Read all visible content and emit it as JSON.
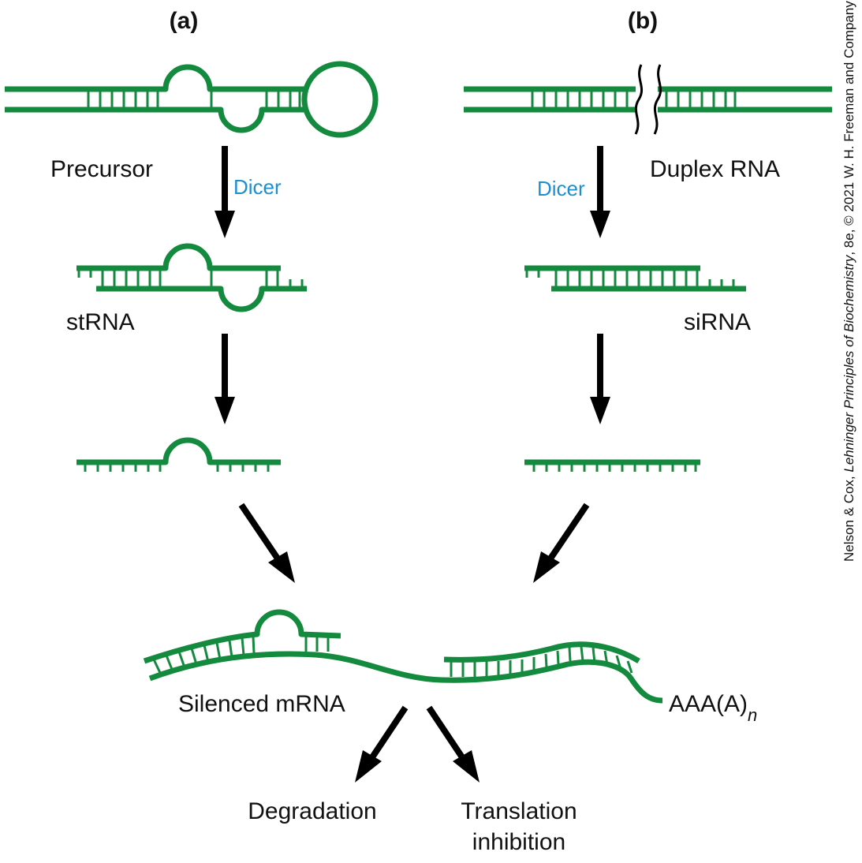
{
  "colors": {
    "rna": "#138a3d",
    "enzyme": "#1b8fd0",
    "arrow": "#000000",
    "text": "#111111"
  },
  "panels": {
    "a": {
      "label": "(a)"
    },
    "b": {
      "label": "(b)"
    }
  },
  "left": {
    "precursor_label": "Precursor",
    "enzyme_label": "Dicer",
    "product_label": "stRNA"
  },
  "right": {
    "input_label": "Duplex RNA",
    "enzyme_label": "Dicer",
    "product_label": "siRNA"
  },
  "bottom": {
    "target_label": "Silenced mRNA",
    "polya_label": "AAA(A)",
    "polya_subscript": "n",
    "outcome_1": "Degradation",
    "outcome_2_line1": "Translation",
    "outcome_2_line2": "inhibition"
  },
  "credit": {
    "prefix": "Nelson & Cox, ",
    "book": "Lehninger Principles of Biochemistry",
    "suffix": ", 8e, © 2021 W. H. Freeman and Company"
  }
}
